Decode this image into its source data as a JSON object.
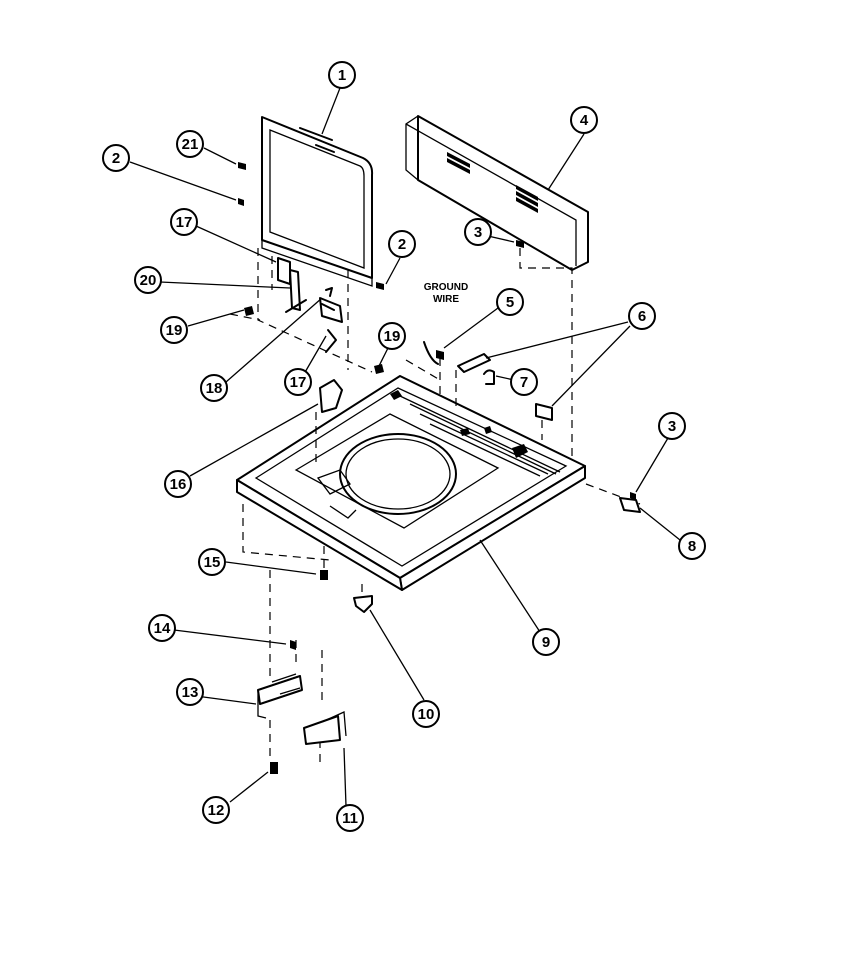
{
  "callouts": [
    "1",
    "2",
    "3",
    "4",
    "5",
    "6",
    "7",
    "8",
    "9",
    "10",
    "11",
    "12",
    "13",
    "14",
    "15",
    "16",
    "17",
    "18",
    "19",
    "20",
    "21"
  ],
  "text_labels": {
    "ground_wire_line1": "GROUND",
    "ground_wire_line2": "WIRE"
  }
}
